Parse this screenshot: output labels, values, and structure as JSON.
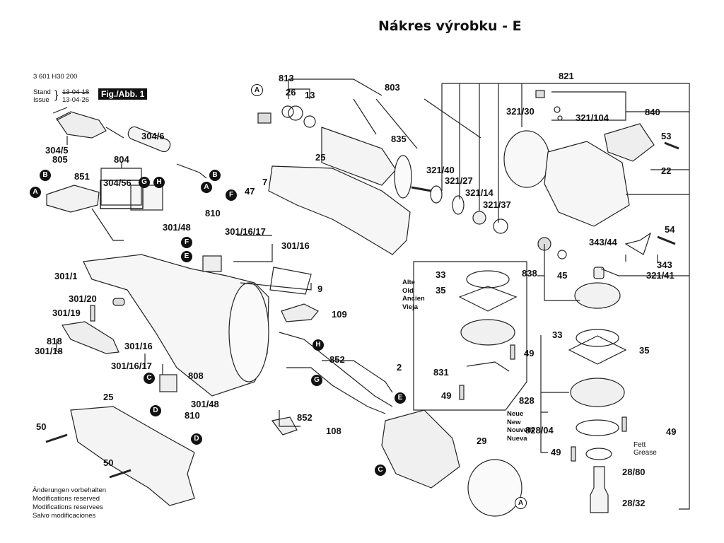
{
  "title": "Nákres výrobku - E",
  "header": {
    "part_number": "3 601 H30 200",
    "stand_label": "Stand",
    "issue_label": "Issue",
    "stand_date_old": "13-04-18",
    "issue_date": "13-04-26",
    "figure_label": "Fig./Abb. 1"
  },
  "callouts": {
    "c813": "813",
    "c26": "26",
    "c13": "13",
    "c803": "803",
    "c835": "835",
    "c821": "821",
    "c321_30": "321/30",
    "c321_104": "321/104",
    "c840": "840",
    "c53": "53",
    "c22": "22",
    "c321_40": "321/40",
    "c321_27": "321/27",
    "c321_14": "321/14",
    "c321_37": "321/37",
    "c25a": "25",
    "c7": "7",
    "c47": "47",
    "c304_6": "304/6",
    "c304_5": "304/5",
    "c805": "805",
    "c804": "804",
    "c851": "851",
    "c304_56": "304/56",
    "c810a": "810",
    "c301_48a": "301/48",
    "c301_16_17a": "301/16/17",
    "c301_16a": "301/16",
    "c301_1": "301/1",
    "c9": "9",
    "c109": "109",
    "c301_20": "301/20",
    "c301_19": "301/19",
    "c818": "818",
    "c301_18": "301/18",
    "c301_16b": "301/16",
    "c301_16_17b": "301/16/17",
    "c808": "808",
    "c301_48b": "301/48",
    "c810b": "810",
    "c25b": "25",
    "c50a": "50",
    "c50b": "50",
    "c852a": "852",
    "c852b": "852",
    "c2": "2",
    "c108": "108",
    "c29": "29",
    "c33a": "33",
    "c35a": "35",
    "c49a": "49",
    "c831": "831",
    "c49b": "49",
    "c54": "54",
    "c343_44": "343/44",
    "c343": "343",
    "c838": "838",
    "c45": "45",
    "c321_41": "321/41",
    "c33b": "33",
    "c35b": "35",
    "c828": "828",
    "c828_04": "828/04",
    "c49c": "49",
    "c49d": "49",
    "c28_80": "28/80",
    "c28_32": "28/32"
  },
  "connectors": {
    "A": "A",
    "B": "B",
    "C": "C",
    "D": "D",
    "E": "E",
    "F": "F",
    "G": "G",
    "H": "H"
  },
  "version_old": [
    "Alte",
    "Old",
    "Ancien",
    "Vieja"
  ],
  "version_new": [
    "Neue",
    "New",
    "Nouvelle",
    "Nueva"
  ],
  "grease": [
    "Fett",
    "Grease"
  ],
  "disclaimer": [
    "Änderungen vorbehalten",
    "Modifications reserved",
    "Modifications reservees",
    "Salvo modificaciones"
  ]
}
